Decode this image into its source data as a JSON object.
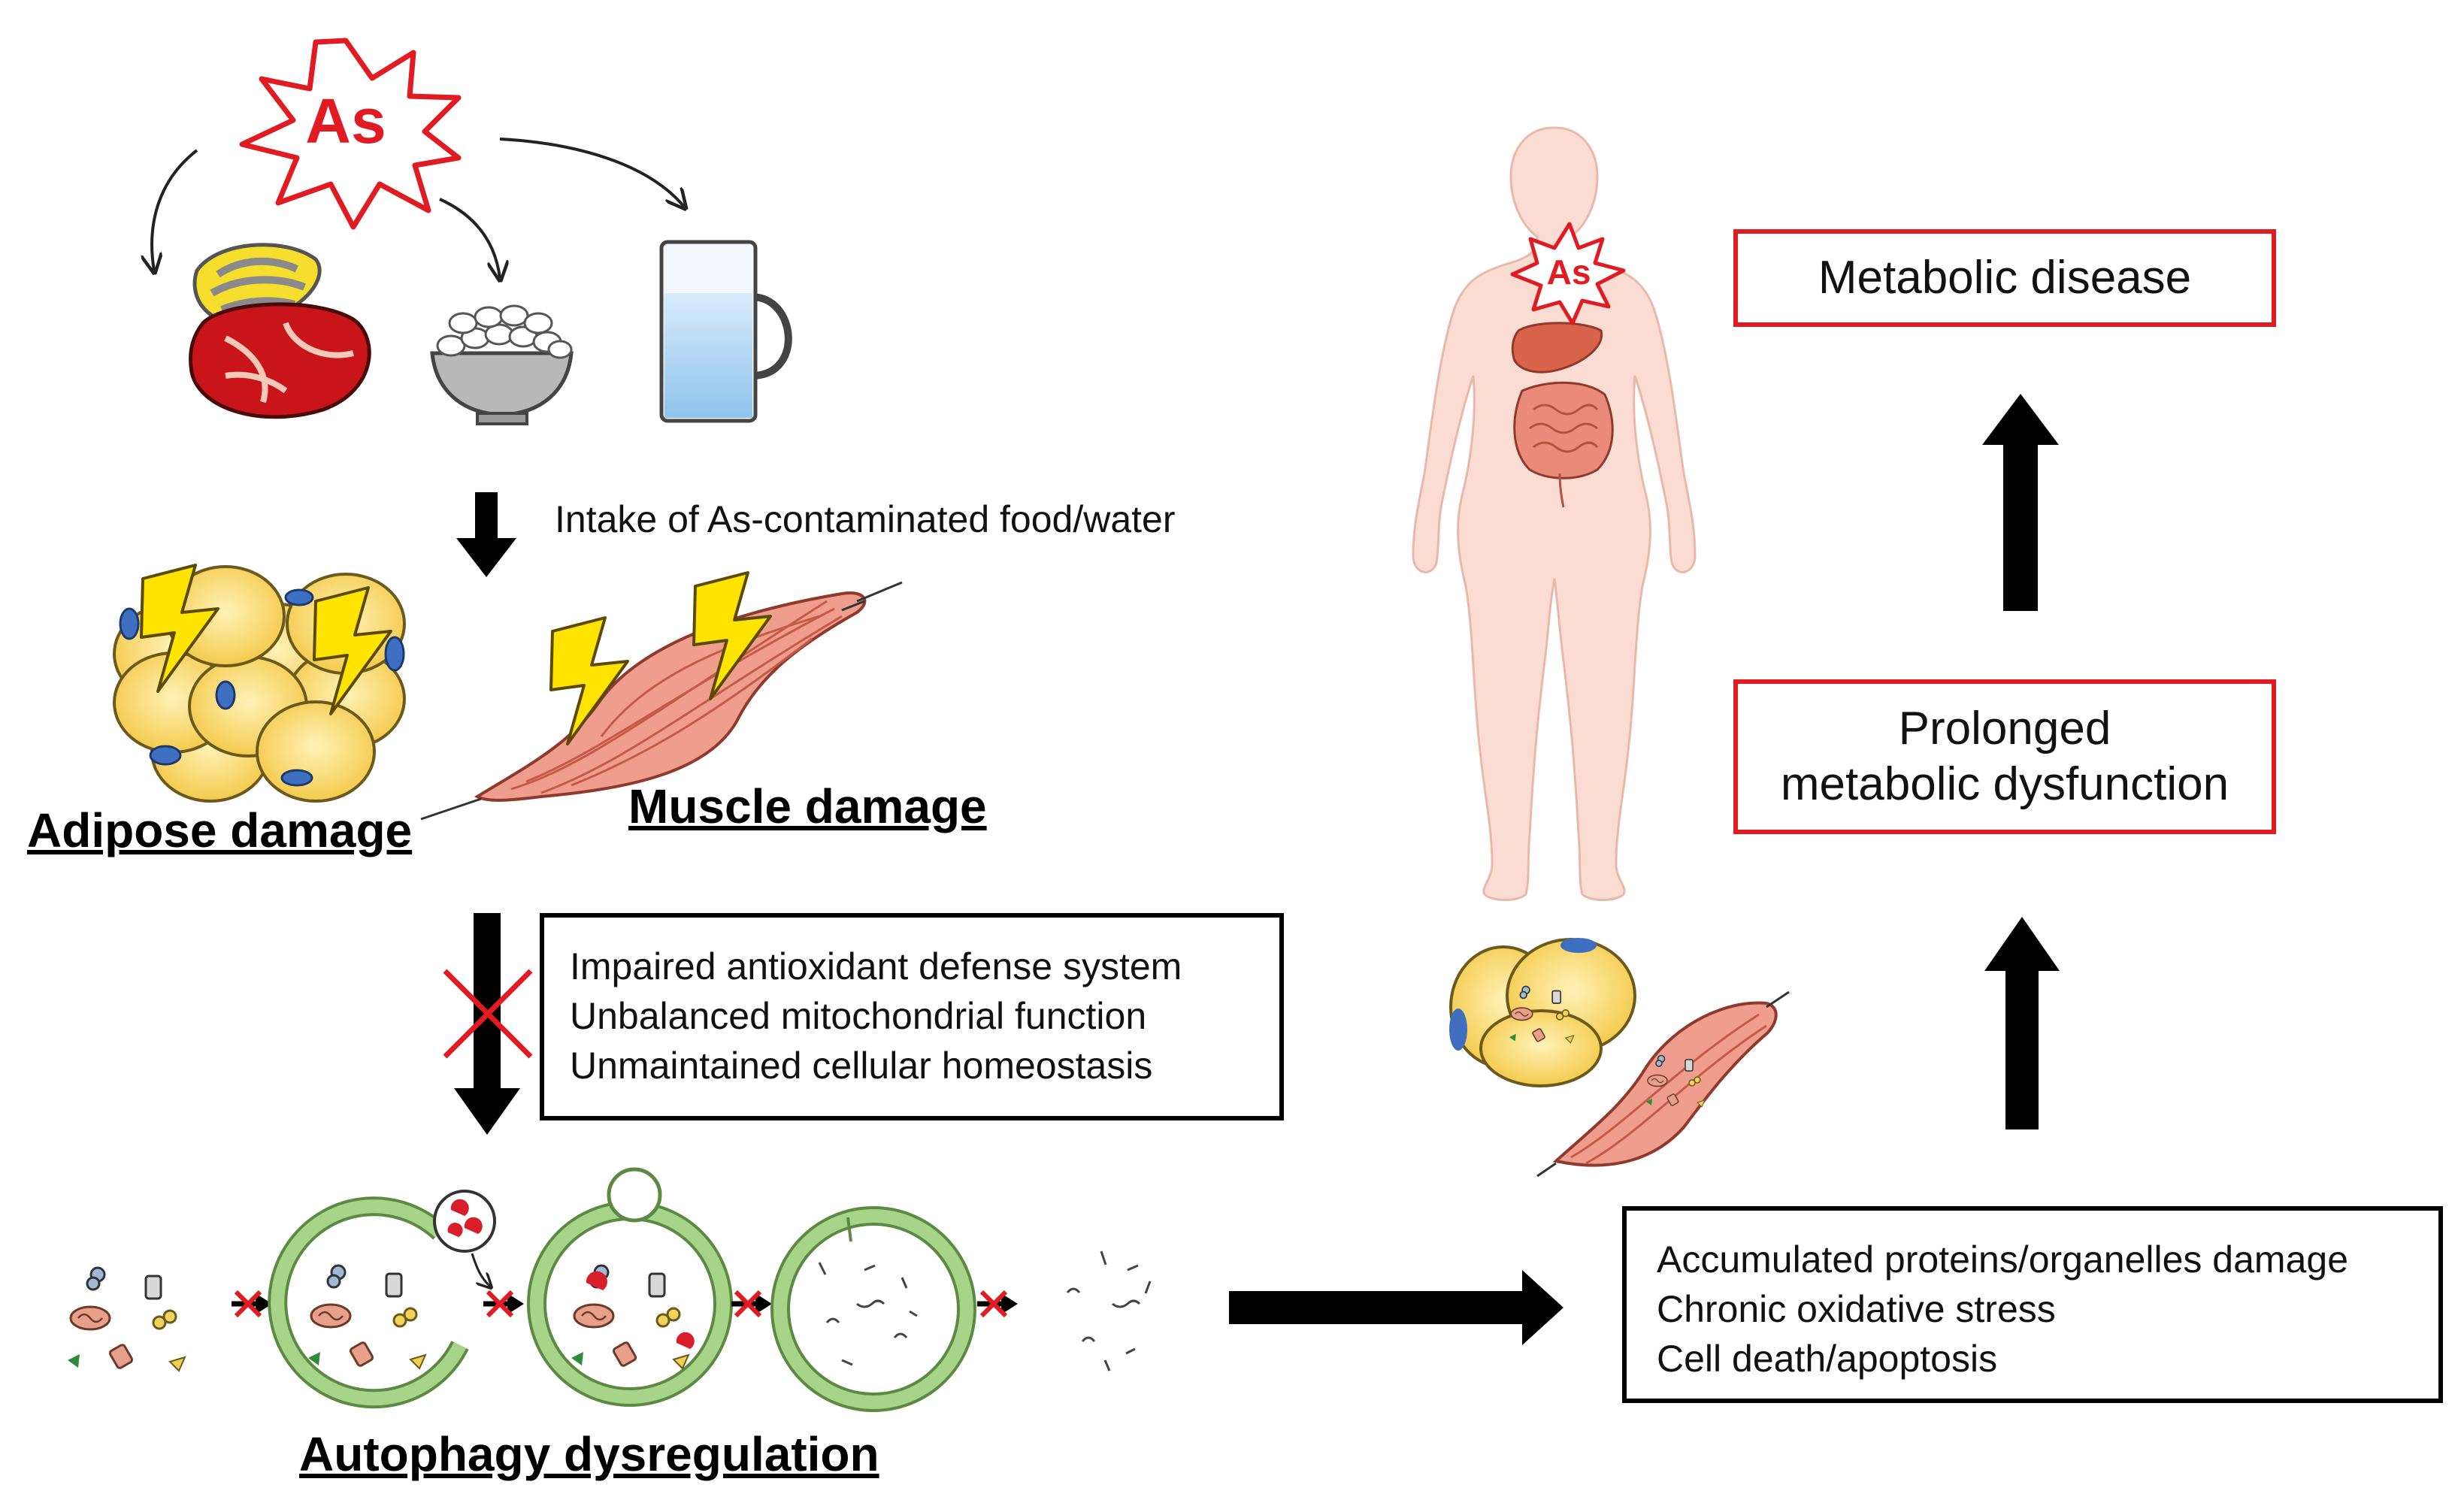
{
  "source_label": "As",
  "body_label": "As",
  "intake_label": "Intake of As-contaminated food/water",
  "adipose_label": "Adipose damage",
  "muscle_label": "Muscle damage",
  "defense_box": {
    "lines": [
      "Impaired antioxidant defense system",
      "Unbalanced mitochondrial function",
      "Unmaintained cellular homeostasis"
    ]
  },
  "autophagy_label": "Autophagy dysregulation",
  "damage_box": {
    "lines": [
      "Accumulated proteins/organelles damage",
      "Chronic oxidative stress",
      "Cell death/apoptosis"
    ]
  },
  "prolonged_box": {
    "lines": [
      "Prolonged",
      "metabolic dysfunction"
    ]
  },
  "metabolic_box": {
    "label": "Metabolic disease"
  },
  "colors": {
    "arsenic_red": "#e01b22",
    "outcome_border": "#e01b22",
    "adipocyte_yellow": "#f6d35c",
    "nucleus_blue": "#3f6fc0",
    "muscle_pink": "#e98a7a",
    "body_skin": "#fbdcd2",
    "autophagosome_green": "#9fcf7d",
    "lightning_yellow": "#ffe400"
  }
}
